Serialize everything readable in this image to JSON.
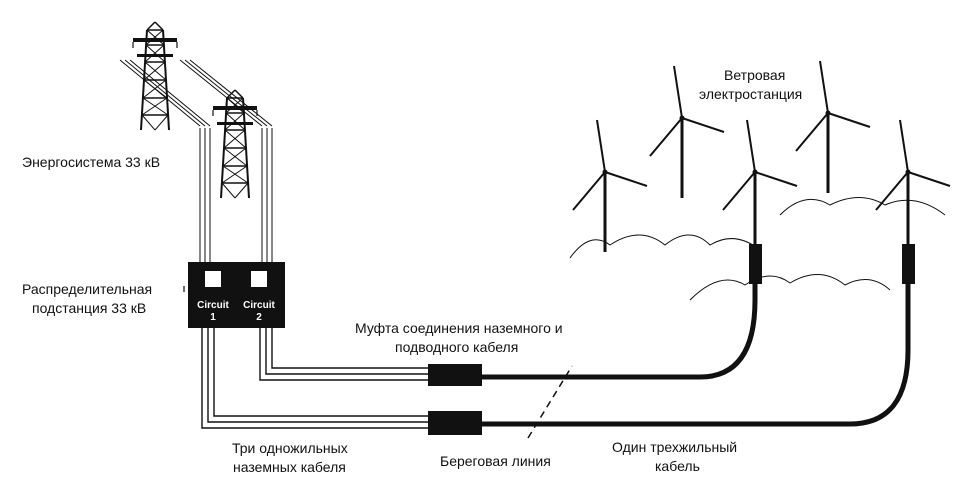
{
  "labels": {
    "grid": "Энергосистема 33 кВ",
    "substation_line1": "Распределительная",
    "substation_line2": "подстанция 33 кВ",
    "wind_farm_line1": "Ветровая",
    "wind_farm_line2": "электростанция",
    "joint_line1": "Муфта соединения наземного и",
    "joint_line2": "подводного кабеля",
    "land_cables_line1": "Три одножильных",
    "land_cables_line2": "наземных кабеля",
    "coastline": "Береговая линия",
    "subsea_cable_line1": "Один трехжильный",
    "subsea_cable_line2": "кабель"
  },
  "substation": {
    "circuit1_line1": "Circuit",
    "circuit1_line2": "1",
    "circuit2_line1": "Circuit",
    "circuit2_line2": "2"
  },
  "colors": {
    "ink": "#111111",
    "background": "#ffffff"
  }
}
